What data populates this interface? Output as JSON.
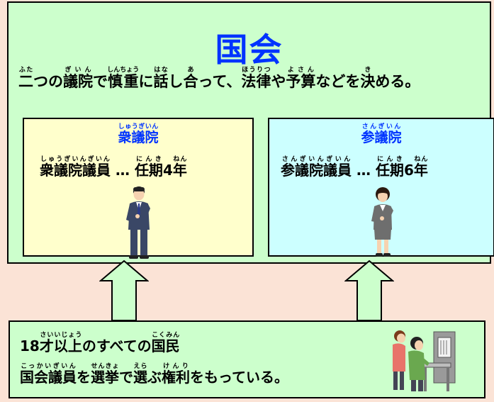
{
  "title": "国会",
  "description": {
    "w1": "二",
    "w1_rt": "ふた",
    "s1": "つの",
    "w2": "議院",
    "w2_rt": "ぎいん",
    "s2": "で",
    "w3": "慎重",
    "w3_rt": "しんちょう",
    "s3": "に",
    "w4": "話",
    "w4_rt": "はな",
    "s4": "し",
    "w5": "合",
    "w5_rt": "あ",
    "s5": "って、",
    "w6": "法律",
    "w6_rt": "ほうりつ",
    "s6": "や",
    "w7": "予算",
    "w7_rt": "よさん",
    "s7": "などを",
    "w8": "決",
    "w8_rt": "き",
    "s8": "める。"
  },
  "lower_house": {
    "name": "衆議院",
    "name_rt": "しゅうぎいん",
    "member": "衆議院議員",
    "member_rt": "しゅうぎいんぎいん",
    "ellipsis": "…",
    "term_word": "任期",
    "term_rt": "にんき",
    "term_num": "4",
    "term_year": "年",
    "term_year_rt": "ねん"
  },
  "upper_house": {
    "name": "参議院",
    "name_rt": "さんぎいん",
    "member": "参議院議員",
    "member_rt": "さんぎいんぎいん",
    "ellipsis": "…",
    "term_word": "任期",
    "term_rt": "にんき",
    "term_num": "6",
    "term_year": "年",
    "term_year_rt": "ねん"
  },
  "citizens": {
    "l1_num": "18",
    "l1_w1": "才以上",
    "l1_w1_rt": "さいいじょう",
    "l1_s1": "のすべての",
    "l1_w2": "国民",
    "l1_w2_rt": "こくみん",
    "l2_w1": "国会議員",
    "l2_w1_rt": "こっかいぎいん",
    "l2_s1": "を",
    "l2_w2": "選挙",
    "l2_w2_rt": "せんきょ",
    "l2_s2": "で",
    "l2_w3": "選",
    "l2_w3_rt": "えら",
    "l2_s3": "ぶ",
    "l2_w4": "権利",
    "l2_w4_rt": "けんり",
    "l2_s4": "をもっている。"
  },
  "colors": {
    "title_blue": "#0033ff",
    "diet_bg": "#ccffcc",
    "lower_bg": "#ffffcc",
    "upper_bg": "#ccffff",
    "page_bg": "#fbe3d6"
  },
  "icons": [
    "male-politician-icon",
    "female-politician-icon",
    "up-arrow-icon",
    "voting-people-icon"
  ]
}
